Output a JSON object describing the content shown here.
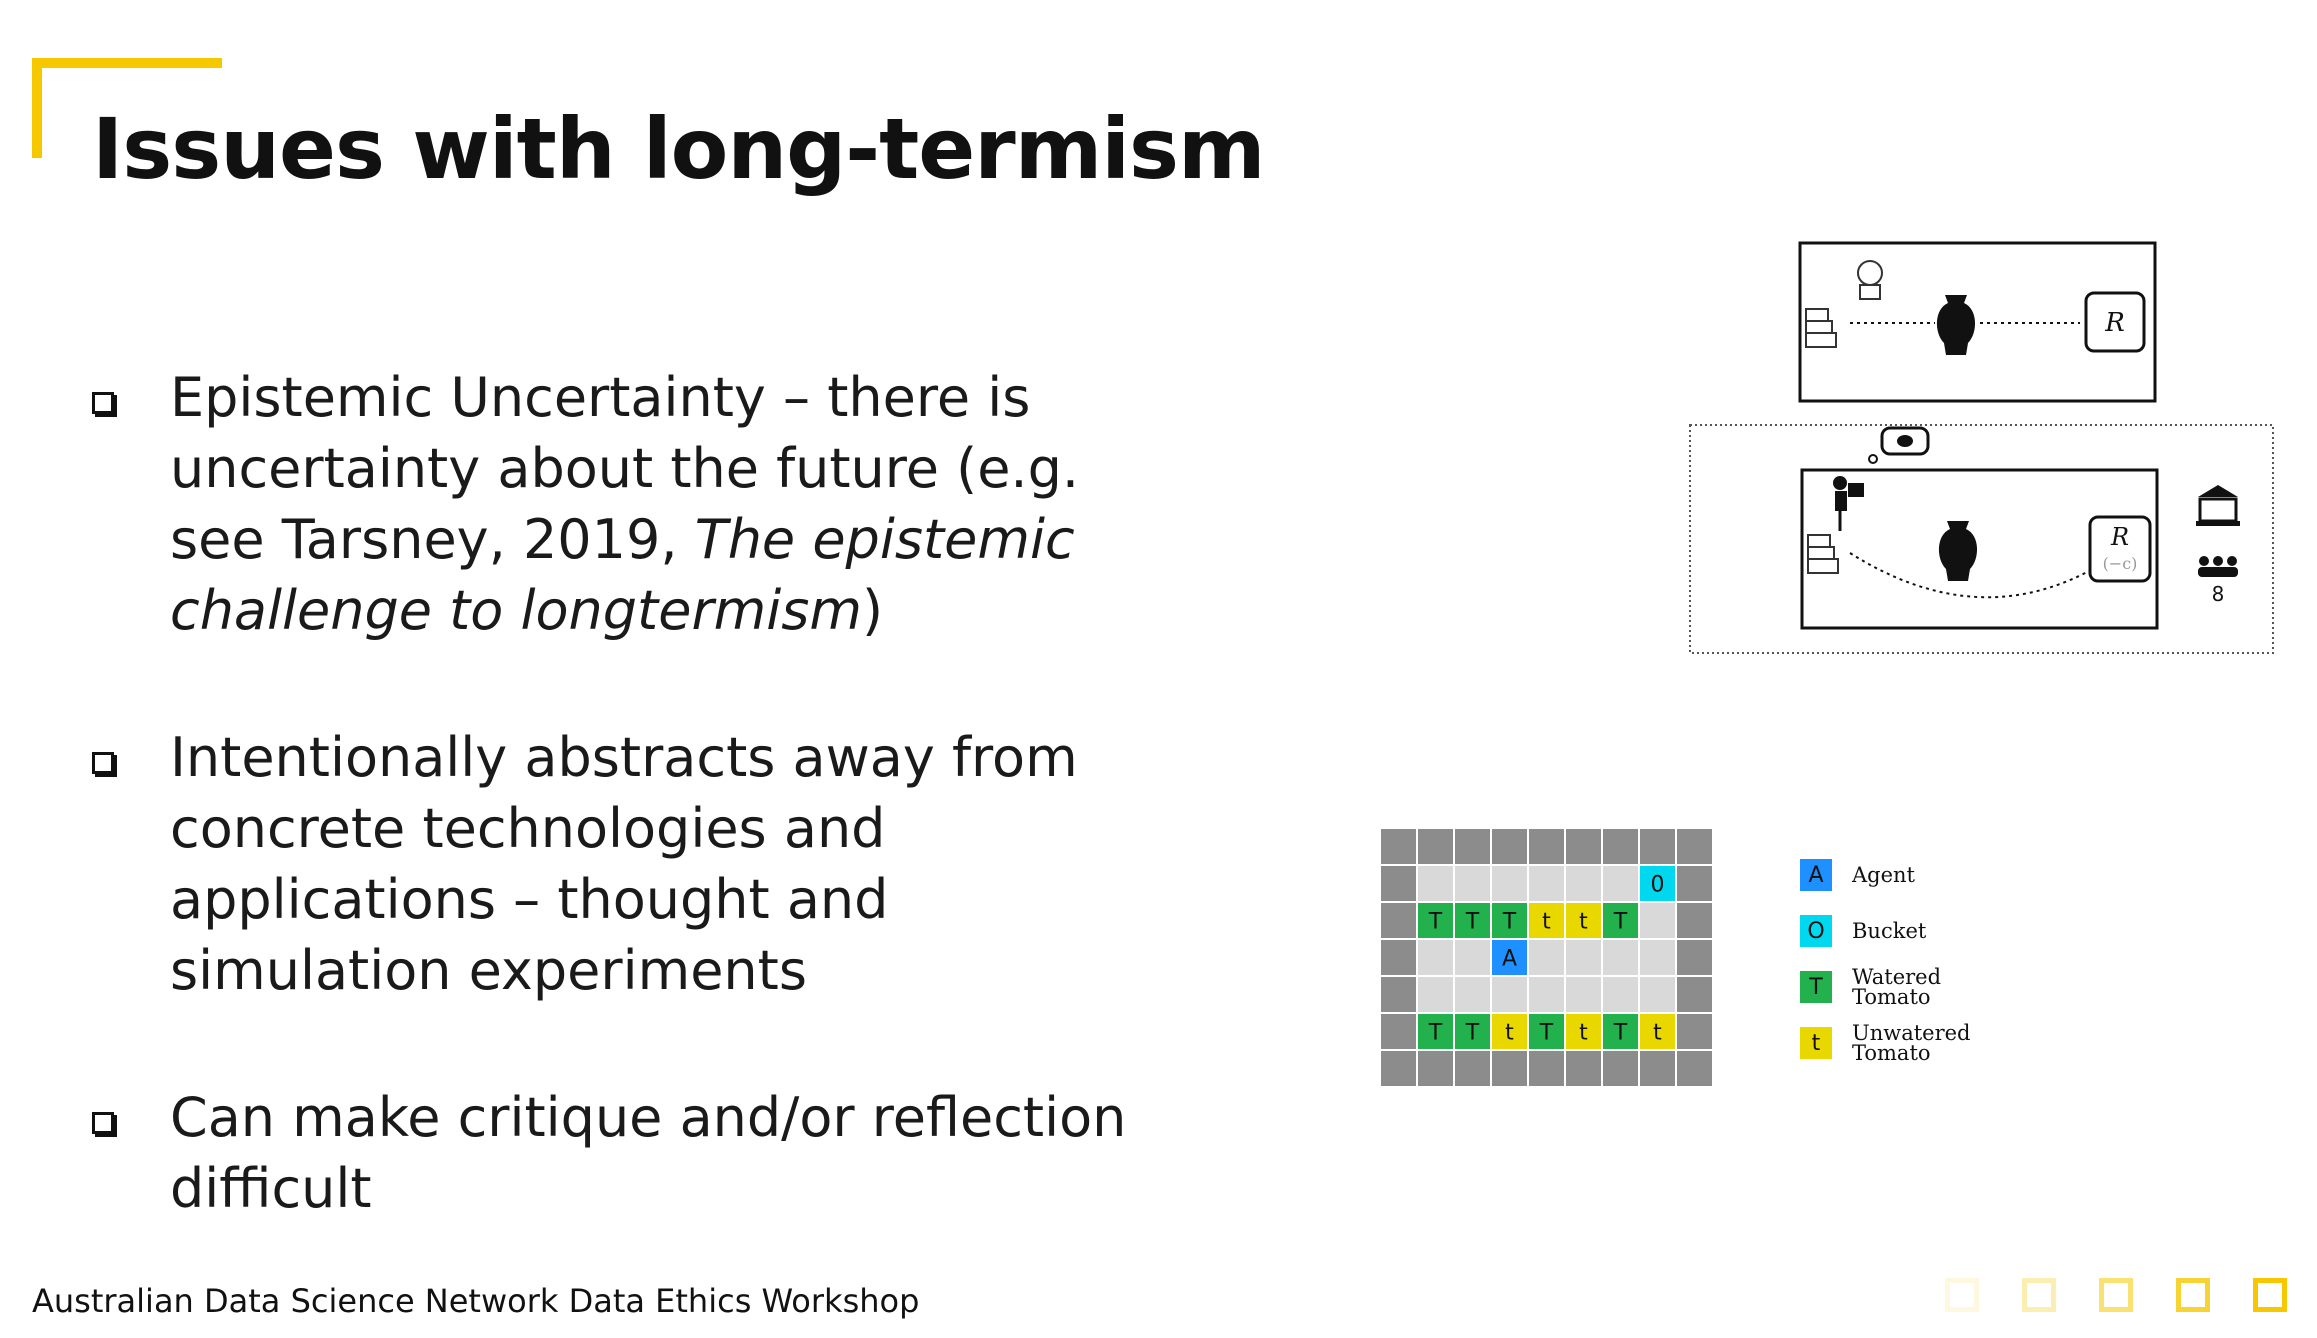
{
  "slide": {
    "title": "Issues with long-termism",
    "footer": "Australian Data Science Network Data Ethics Workshop",
    "accent_color": "#f5c800"
  },
  "bullets": [
    {
      "pre": "Epistemic Uncertainty – there is uncertainty about the future (e.g. see Tarsney, 2019, ",
      "italic": "The epistemic challenge to longtermism",
      "post": ")"
    },
    {
      "pre": "Intentionally abstracts away from concrete technologies and applications – thought and simulation experiments",
      "italic": "",
      "post": ""
    },
    {
      "pre": "Can make critique and/or reflection difficult",
      "italic": "",
      "post": ""
    }
  ],
  "figure_top": {
    "reward_label": "R",
    "reward_cost_label": "R",
    "cost_label": "(−c)",
    "people_count": "8"
  },
  "grid": {
    "rows": [
      [
        "W",
        "W",
        "W",
        "W",
        "W",
        "W",
        "W",
        "W",
        "W"
      ],
      [
        "W",
        "E",
        "E",
        "E",
        "E",
        "E",
        "E",
        "O",
        "W"
      ],
      [
        "W",
        "T",
        "T",
        "T",
        "t",
        "t",
        "T",
        "E",
        "W"
      ],
      [
        "W",
        "E",
        "E",
        "A",
        "E",
        "E",
        "E",
        "E",
        "W"
      ],
      [
        "W",
        "E",
        "E",
        "E",
        "E",
        "E",
        "E",
        "E",
        "W"
      ],
      [
        "W",
        "T",
        "T",
        "t",
        "T",
        "t",
        "T",
        "t",
        "W"
      ],
      [
        "W",
        "W",
        "W",
        "W",
        "W",
        "W",
        "W",
        "W",
        "W"
      ]
    ],
    "colors": {
      "wall": "#8c8c8c",
      "empty": "#d9d9d9",
      "agent": "#1e90ff",
      "bucket": "#00d8f0",
      "watered": "#22b14c",
      "unwatered": "#e8d800"
    }
  },
  "legend": [
    {
      "symbol": "A",
      "label": "Agent",
      "color": "#1e90ff"
    },
    {
      "symbol": "O",
      "label": "Bucket",
      "color": "#00d8f0"
    },
    {
      "symbol": "T",
      "label": "Watered Tomato",
      "color": "#22b14c"
    },
    {
      "symbol": "t",
      "label": "Unwatered Tomato",
      "color": "#e8d800"
    }
  ]
}
